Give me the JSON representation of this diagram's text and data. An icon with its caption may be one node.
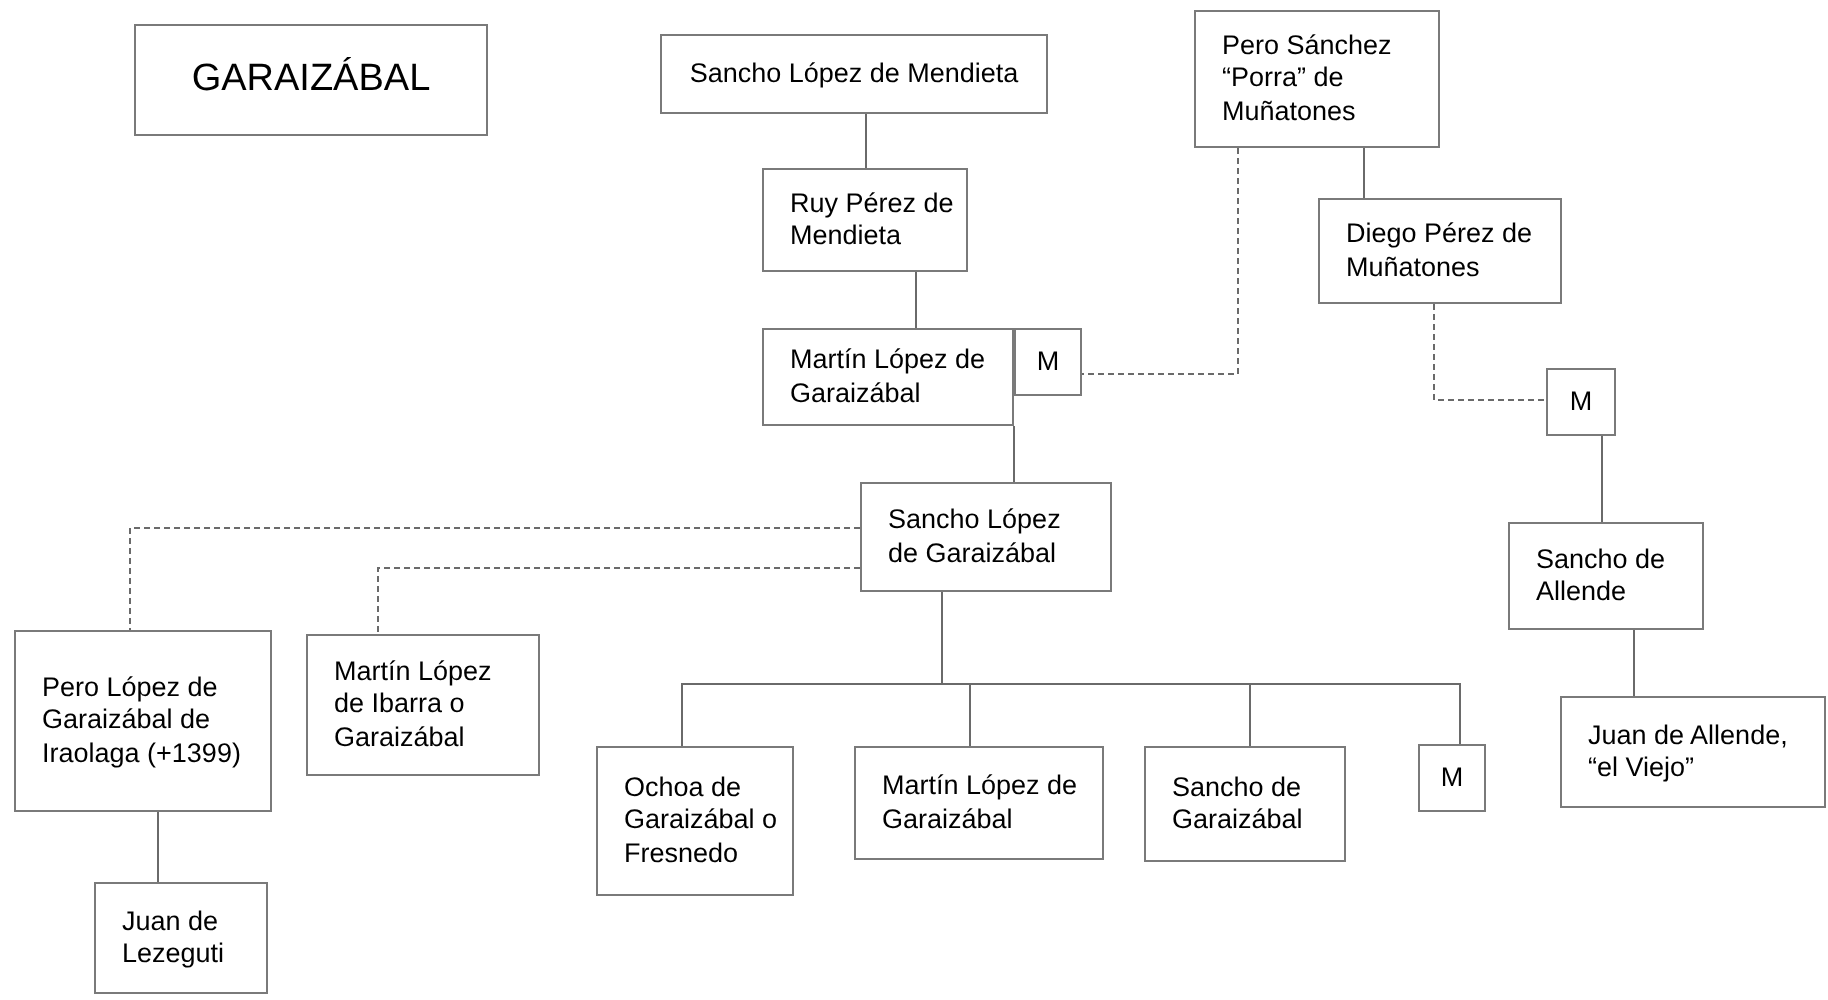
{
  "diagram": {
    "nodes": [
      {
        "text": [
          "GARAIZÁBAL"
        ]
      },
      {
        "text": [
          "Sancho López de Mendieta"
        ]
      },
      {
        "text": [
          "Pero Sánchez “Porra” de Muñatones"
        ]
      },
      {
        "text": [
          "Ruy Pérez de Mendieta"
        ]
      },
      {
        "text": [
          "Diego Pérez de Muñatones"
        ]
      },
      {
        "text": [
          "Martín López de Garaizábal"
        ]
      },
      {
        "text": [
          "M"
        ]
      },
      {
        "text": [
          "M"
        ]
      },
      {
        "text": [
          "Sancho López de Garaizábal"
        ]
      },
      {
        "text": [
          "Sancho de Allende"
        ]
      },
      {
        "text": [
          "Pero López de Garaizábal de Iraolaga (+1399)"
        ]
      },
      {
        "text": [
          "Martín López de Ibarra o Garaizábal"
        ]
      },
      {
        "text": [
          "Juan de Allende, “el Viejo”"
        ]
      },
      {
        "text": [
          "Ochoa de Garaizábal o Fresnedo"
        ]
      },
      {
        "text": [
          "Martín López de Garaizábal"
        ]
      },
      {
        "text": [
          "Sancho de Garaizábal"
        ]
      },
      {
        "text": [
          "M"
        ]
      },
      {
        "text": [
          "Juan de Lezeguti"
        ]
      }
    ],
    "edges": [
      {
        "from": 1,
        "to": 3,
        "arrow": "none"
      },
      {
        "from": 3,
        "to": 5,
        "arrow": "none"
      },
      {
        "from": 5,
        "to": 8,
        "arrow": "none"
      },
      {
        "from": 2,
        "to": 4,
        "arrow": "none"
      },
      {
        "from": 2,
        "to": 6,
        "arrow": "none",
        "style": "dashed"
      },
      {
        "from": 4,
        "to": 7,
        "arrow": "none",
        "style": "dashed"
      },
      {
        "from": 7,
        "to": 9,
        "arrow": "none"
      },
      {
        "from": 9,
        "to": 12,
        "arrow": "none"
      },
      {
        "from": 8,
        "to": 10,
        "arrow": "none",
        "style": "dashed"
      },
      {
        "from": 8,
        "to": 11,
        "arrow": "none",
        "style": "dashed"
      },
      {
        "from": 8,
        "to": 13,
        "arrow": "none"
      },
      {
        "from": 8,
        "to": 14,
        "arrow": "none"
      },
      {
        "from": 8,
        "to": 15,
        "arrow": "none"
      },
      {
        "from": 8,
        "to": 16,
        "arrow": "none"
      },
      {
        "from": 10,
        "to": 17,
        "arrow": "none"
      }
    ]
  }
}
